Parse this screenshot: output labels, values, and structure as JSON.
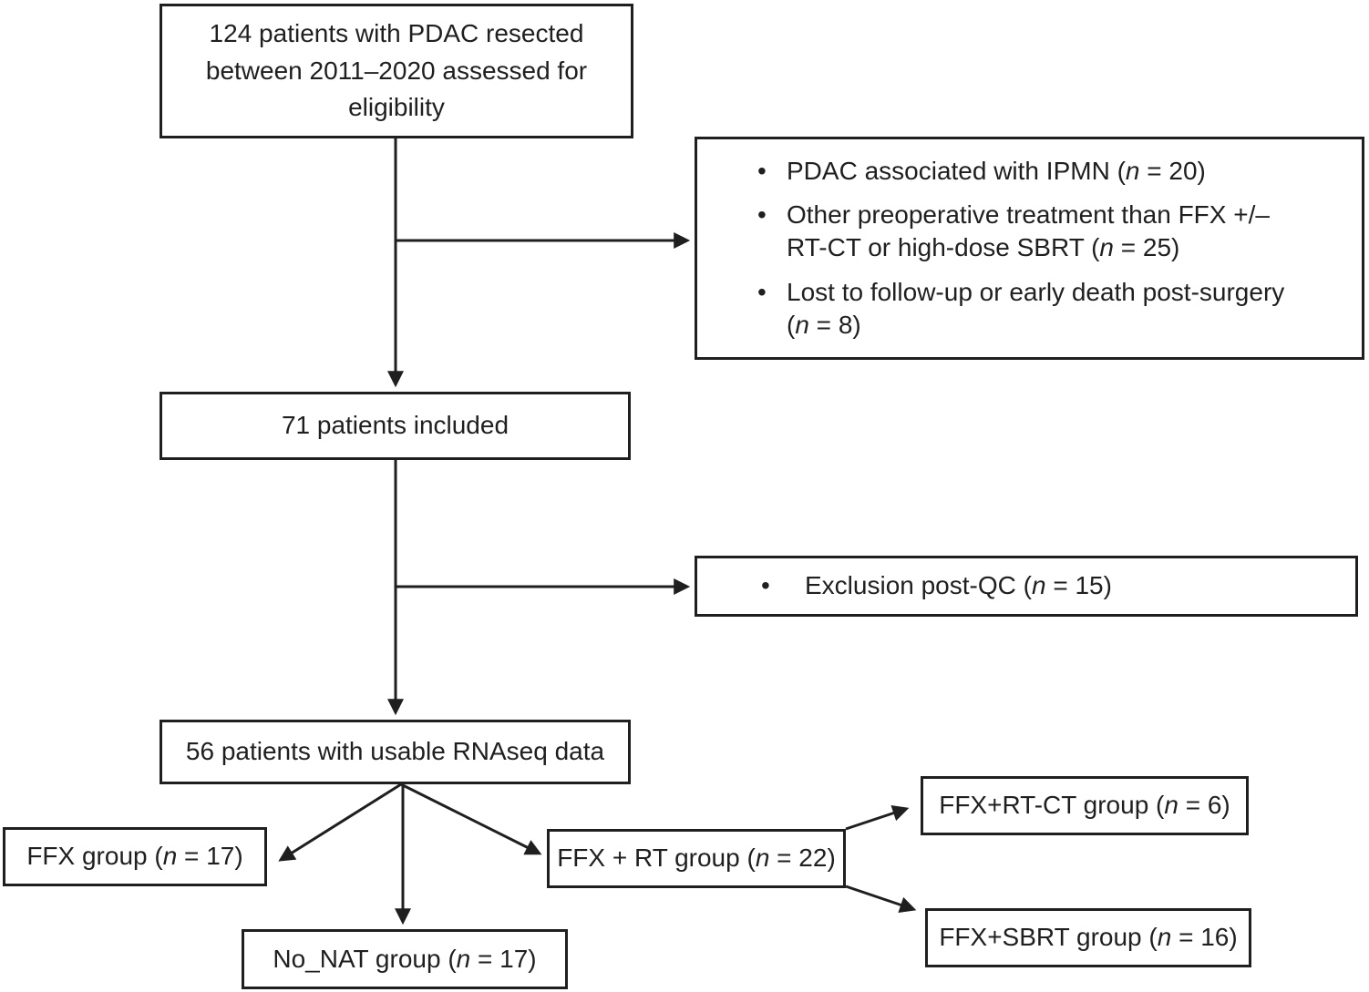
{
  "colors": {
    "ink": "#1f1f1f",
    "background": "#ffffff"
  },
  "bullet_glyph": "•",
  "nodes": {
    "assessed": {
      "text": "124 patients with PDAC resected\nbetween 2011–2020 assessed for\neligibility"
    },
    "exclusions_pre_inclusion": {
      "items": [
        {
          "pre": "PDAC associated with IPMN (",
          "n_var": "n",
          "post": " = 20)"
        },
        {
          "pre": "Other preoperative treatment than FFX +/–\nRT-CT or high-dose SBRT (",
          "n_var": "n",
          "post": " = 25)"
        },
        {
          "pre": "Lost to follow-up or early death post-surgery\n(",
          "n_var": "n",
          "post": " = 8)"
        }
      ]
    },
    "included": {
      "text": "71 patients included"
    },
    "exclusion_post_qc": {
      "items": [
        {
          "pre": "Exclusion post-QC (",
          "n_var": "n",
          "post": " = 15)"
        }
      ]
    },
    "usable_rnaseq": {
      "text": "56 patients with usable RNAseq data"
    },
    "ffx_group": {
      "pre": "FFX group (",
      "n_var": "n",
      "post": " = 17)"
    },
    "no_nat_group": {
      "pre": "No_NAT group (",
      "n_var": "n",
      "post": " = 17)"
    },
    "ffx_rt_group": {
      "pre": "FFX + RT group (",
      "n_var": "n",
      "post": " = 22)"
    },
    "ffx_rtct_group": {
      "pre": "FFX+RT-CT group (",
      "n_var": "n",
      "post": " = 6)"
    },
    "ffx_sbrt_group": {
      "pre": "FFX+SBRT group (",
      "n_var": "n",
      "post": " = 16)"
    }
  }
}
